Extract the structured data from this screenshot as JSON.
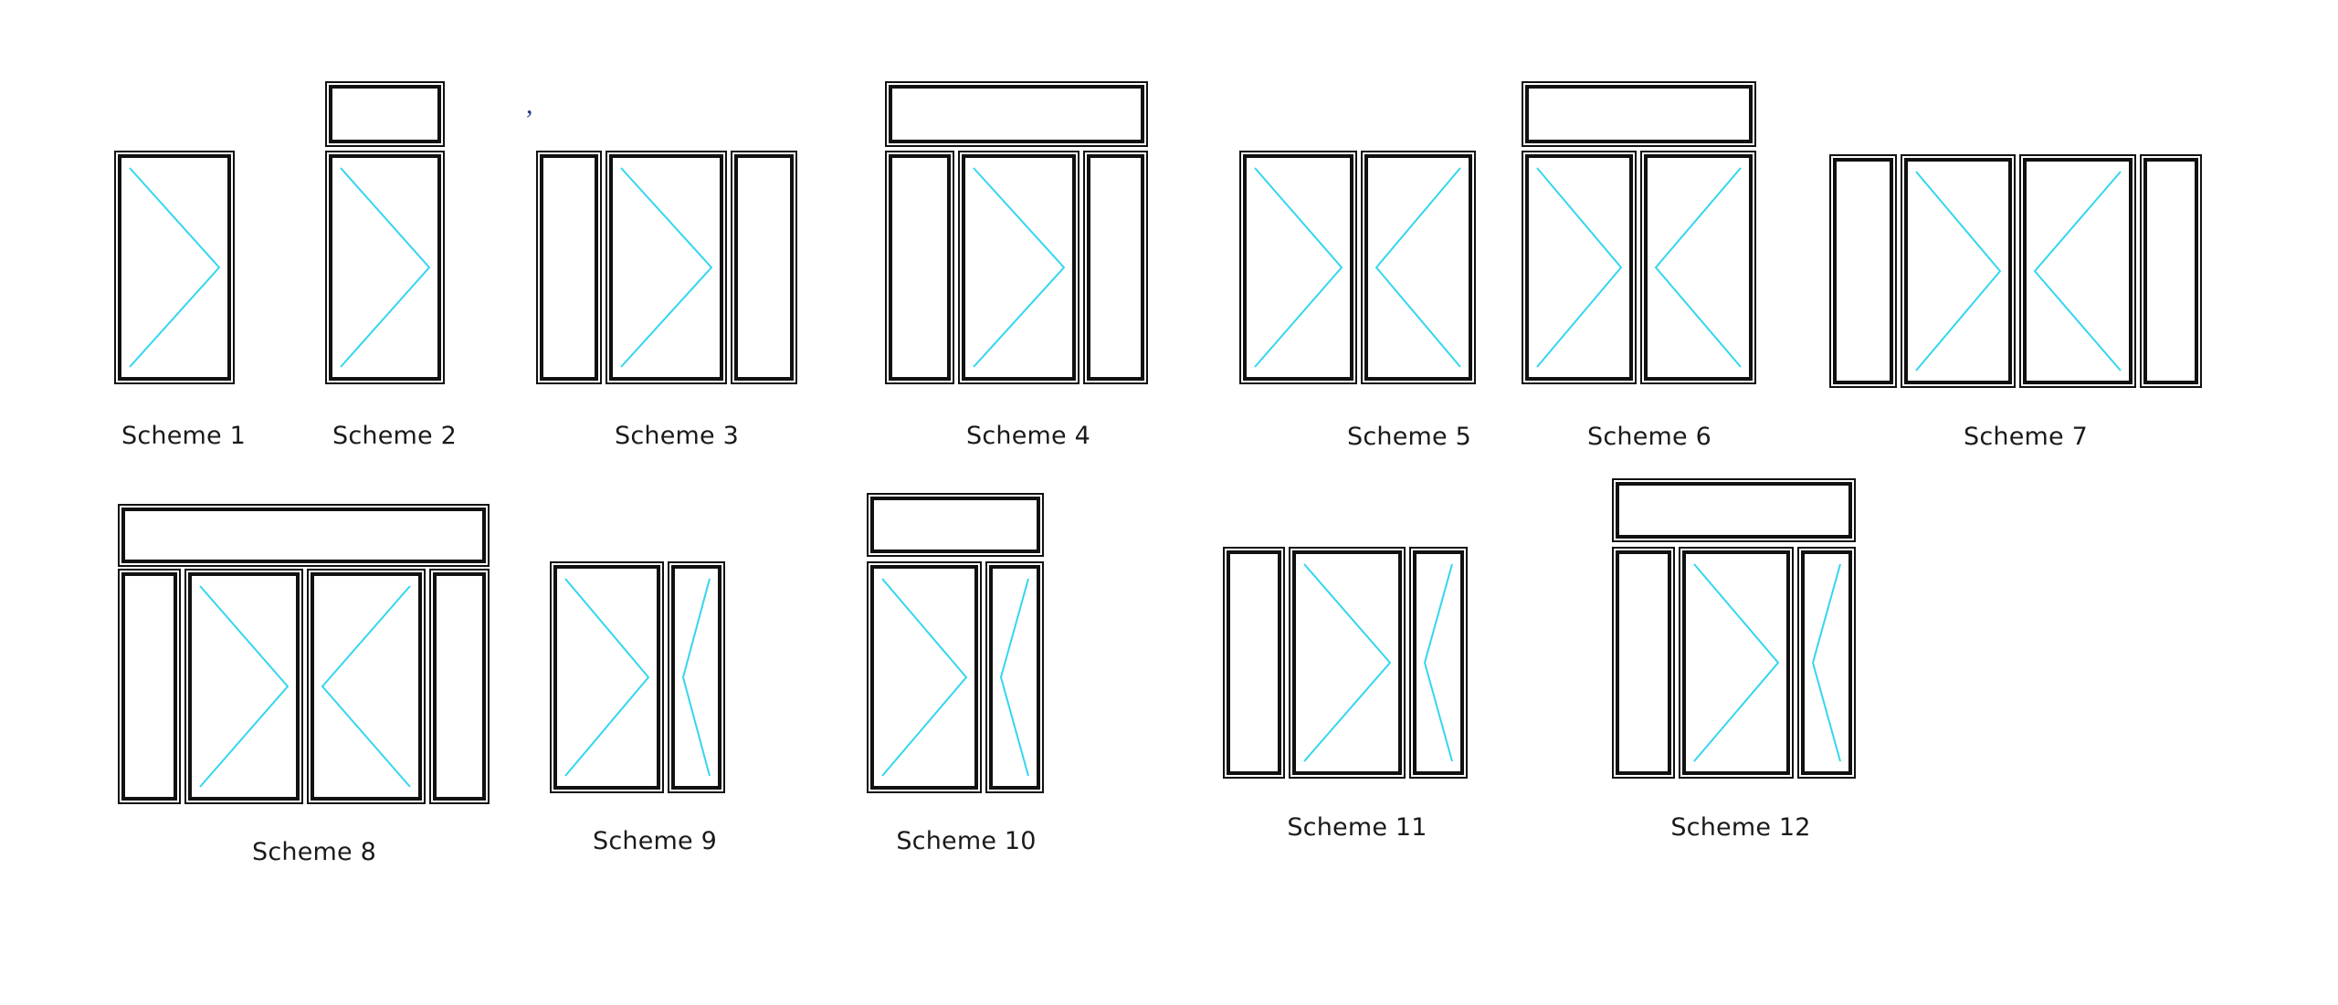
{
  "colors": {
    "frame": "#111111",
    "opening_line": "#33d6f0",
    "label": "#1a1a1a",
    "background": "#ffffff"
  },
  "stray_mark": ",",
  "schemes": [
    {
      "label": "Scheme 1",
      "panels": [
        "door-right"
      ]
    },
    {
      "label": "Scheme 2",
      "transom": true,
      "panels": [
        "door-right"
      ]
    },
    {
      "label": "Scheme 3",
      "panels": [
        "fixed",
        "door-right",
        "fixed"
      ]
    },
    {
      "label": "Scheme 4",
      "transom": true,
      "panels": [
        "fixed",
        "door-right",
        "fixed"
      ]
    },
    {
      "label": "Scheme 5",
      "panels": [
        "door-right",
        "door-left"
      ]
    },
    {
      "label": "Scheme 6",
      "transom": true,
      "panels": [
        "door-right",
        "door-left"
      ]
    },
    {
      "label": "Scheme 7",
      "panels": [
        "fixed",
        "door-right",
        "door-left",
        "fixed"
      ]
    },
    {
      "label": "Scheme 8",
      "transom": true,
      "panels": [
        "fixed",
        "door-right",
        "door-left",
        "fixed"
      ]
    },
    {
      "label": "Scheme 9",
      "panels": [
        "door-right",
        "door-left"
      ]
    },
    {
      "label": "Scheme 10",
      "transom": true,
      "panels": [
        "door-right",
        "door-left"
      ]
    },
    {
      "label": "Scheme 11",
      "panels": [
        "fixed",
        "door-right",
        "door-left"
      ]
    },
    {
      "label": "Scheme 12",
      "transom": true,
      "panels": [
        "fixed",
        "door-right",
        "door-left"
      ]
    }
  ]
}
